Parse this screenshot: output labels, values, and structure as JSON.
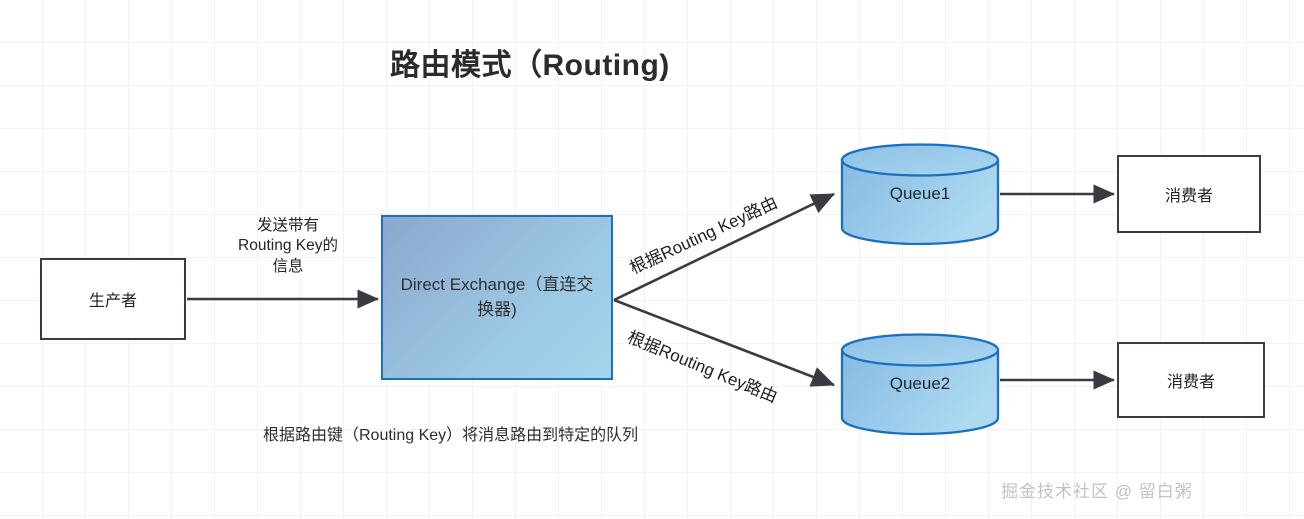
{
  "diagram": {
    "title": "路由模式（Routing)",
    "caption": "根据路由键（Routing Key）将消息路由到特定的队列",
    "watermark": "掘金技术社区 @ 留白粥",
    "nodes": {
      "producer": {
        "label": "生产者"
      },
      "exchange": {
        "label": "Direct Exchange（直连交换器)"
      },
      "queue1": {
        "label": "Queue1"
      },
      "queue2": {
        "label": "Queue2"
      },
      "consumer1": {
        "label": "消费者"
      },
      "consumer2": {
        "label": "消费者"
      }
    },
    "edges": {
      "producer_to_exchange": {
        "label": "发送带有\nRouting Key的\n信息"
      },
      "exchange_to_queue1": {
        "label": "根据Routing Key路由"
      },
      "exchange_to_queue2": {
        "label": "根据Routing Key路由"
      },
      "queue1_to_consumer1": {
        "label": ""
      },
      "queue2_to_consumer2": {
        "label": ""
      }
    },
    "colors": {
      "exchange_border": "#1a6fc4",
      "exchange_fill_start": "#8ca8cc",
      "exchange_fill_end": "#a3d6ed",
      "queue_border": "#1b6fc0",
      "queue_fill_start": "#8fc3e6",
      "queue_fill_end": "#a8d4ef",
      "box_border": "#3b3b45",
      "arrow": "#3a3a42",
      "grid": "#f0f0f0",
      "watermark": "#c2c2c2"
    }
  }
}
